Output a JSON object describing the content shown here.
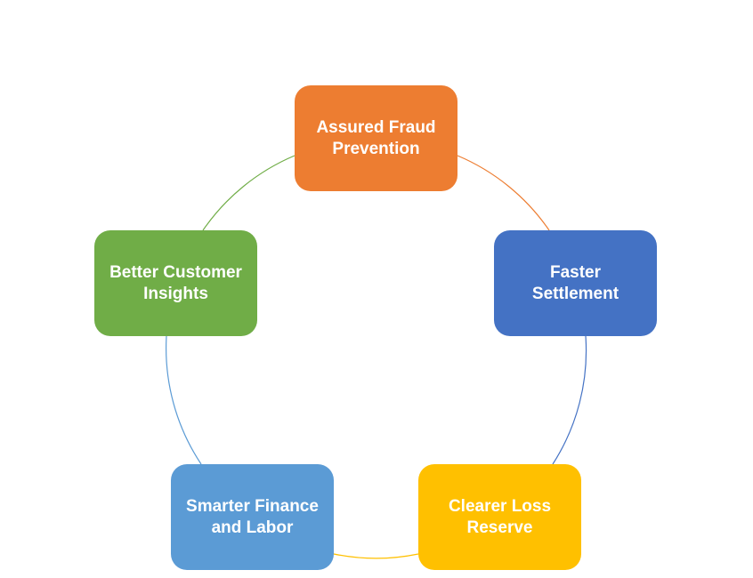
{
  "diagram": {
    "type": "cycle",
    "nodes": [
      {
        "label": "Assured Fraud\nPrevention",
        "color": "#ED7D31"
      },
      {
        "label": "Faster\nSettlement",
        "color": "#4472C4"
      },
      {
        "label": "Clearer Loss\nReserve",
        "color": "#FFC000"
      },
      {
        "label": "Smarter Finance\nand Labor",
        "color": "#5B9BD5"
      },
      {
        "label": "Better Customer\nInsights",
        "color": "#70AD47"
      }
    ],
    "connectors": [
      {
        "from": 0,
        "to": 1,
        "color": "#ED7D31"
      },
      {
        "from": 1,
        "to": 2,
        "color": "#4472C4"
      },
      {
        "from": 2,
        "to": 3,
        "color": "#FFC000"
      },
      {
        "from": 3,
        "to": 4,
        "color": "#5B9BD5"
      },
      {
        "from": 4,
        "to": 0,
        "color": "#70AD47"
      }
    ]
  }
}
